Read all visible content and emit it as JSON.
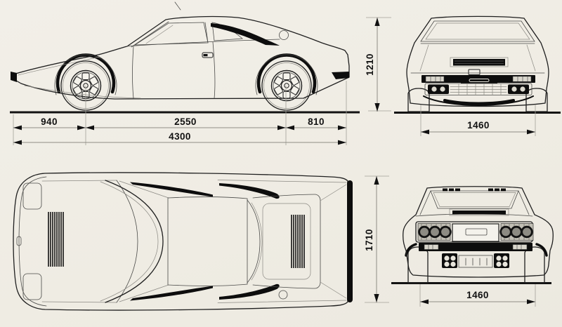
{
  "drawing": {
    "type": "four-view-car-blueprint",
    "units": "mm"
  },
  "dimensions": {
    "side": {
      "front_overhang": "940",
      "wheelbase": "2550",
      "rear_overhang": "810",
      "overall_length": "4300"
    },
    "front": {
      "overall_height": "1210",
      "track": "1460"
    },
    "plan": {
      "overall_width": "1710"
    },
    "rear": {
      "track": "1460"
    }
  },
  "colors": {
    "paper": "#f1eee6",
    "ink": "#1f1f1f",
    "accent_black": "#0d0d0d",
    "dim_line": "#8f8d85"
  }
}
